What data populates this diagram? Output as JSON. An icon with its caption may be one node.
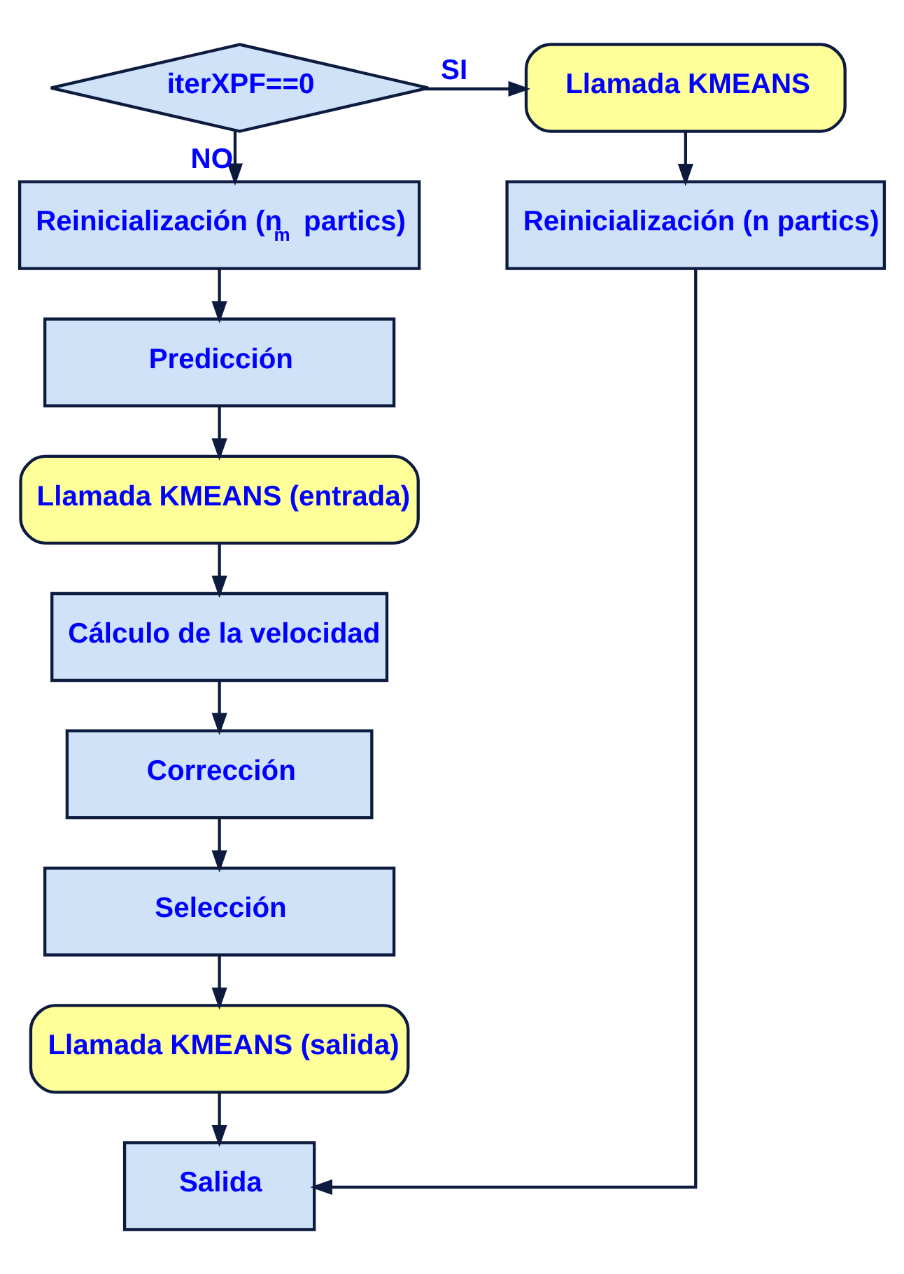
{
  "diagram": {
    "nodes": [
      {
        "text": [
          "iterXPF==0"
        ]
      },
      {
        "text": [
          "Llamada KMEANS"
        ]
      },
      {
        "text": [
          "Reinicialización (n partics)"
        ]
      },
      {
        "text": [
          "Reinicialización (n$_{m}$ partics)"
        ]
      },
      {
        "text": [
          "Predicción"
        ]
      },
      {
        "text": [
          "Llamada KMEANS (entrada)"
        ]
      },
      {
        "text": [
          "Cálculo de la velocidad"
        ]
      },
      {
        "text": [
          "Corrección"
        ]
      },
      {
        "text": [
          "Selección"
        ]
      },
      {
        "text": [
          "Llamada KMEANS (salida)"
        ]
      },
      {
        "text": [
          "Salida"
        ]
      }
    ],
    "edges": [
      {
        "from": 0,
        "to": 1,
        "arrow": "to",
        "label": "SI"
      },
      {
        "from": 0,
        "to": 3,
        "arrow": "to",
        "label": "NO"
      },
      {
        "from": 1,
        "to": 2,
        "arrow": "to"
      },
      {
        "from": 3,
        "to": 4,
        "arrow": "to"
      },
      {
        "from": 4,
        "to": 5,
        "arrow": "to"
      },
      {
        "from": 5,
        "to": 6,
        "arrow": "to"
      },
      {
        "from": 6,
        "to": 7,
        "arrow": "to"
      },
      {
        "from": 7,
        "to": 8,
        "arrow": "to"
      },
      {
        "from": 8,
        "to": 9,
        "arrow": "to"
      },
      {
        "from": 9,
        "to": 10,
        "arrow": "to"
      },
      {
        "from": 2,
        "to": 10,
        "arrow": "to"
      }
    ]
  }
}
